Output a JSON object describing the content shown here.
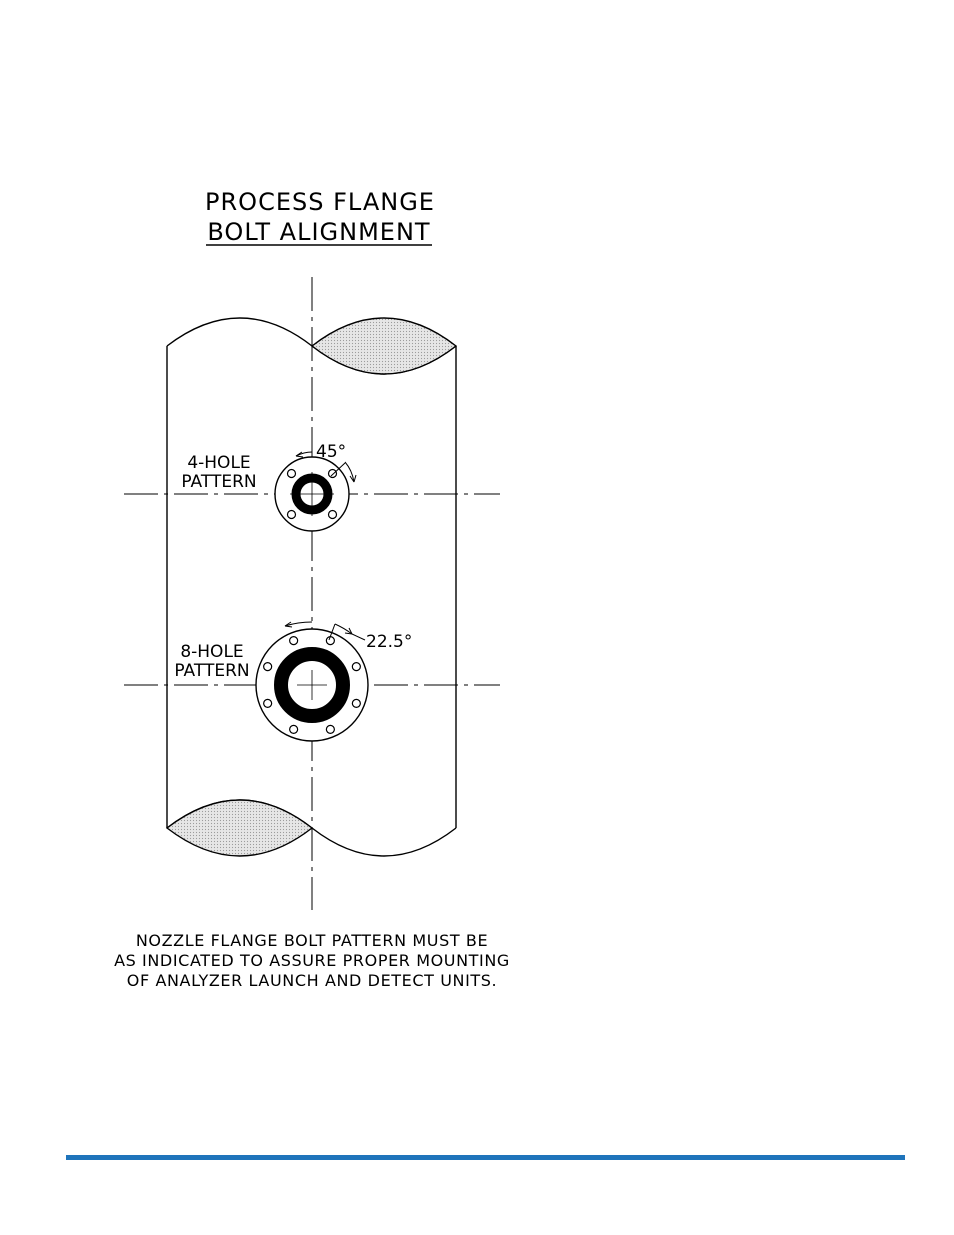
{
  "title": {
    "line1": "PROCESS FLANGE",
    "line2": "BOLT ALIGNMENT"
  },
  "patterns": {
    "four_hole": {
      "label_line1": "4-HOLE",
      "label_line2": "PATTERN",
      "angle": "45°",
      "bolt_count": 4
    },
    "eight_hole": {
      "label_line1": "8-HOLE",
      "label_line2": "PATTERN",
      "angle": "22.5°",
      "bolt_count": 8
    }
  },
  "note": {
    "line1": "NOZZLE FLANGE BOLT PATTERN MUST BE",
    "line2": "AS INDICATED TO ASSURE PROPER MOUNTING",
    "line3": "OF ANALYZER LAUNCH AND DETECT UNITS."
  },
  "colors": {
    "ink": "#000000",
    "hatch_fill": "#dcdcdc",
    "footer_rule": "#1f74bb"
  }
}
